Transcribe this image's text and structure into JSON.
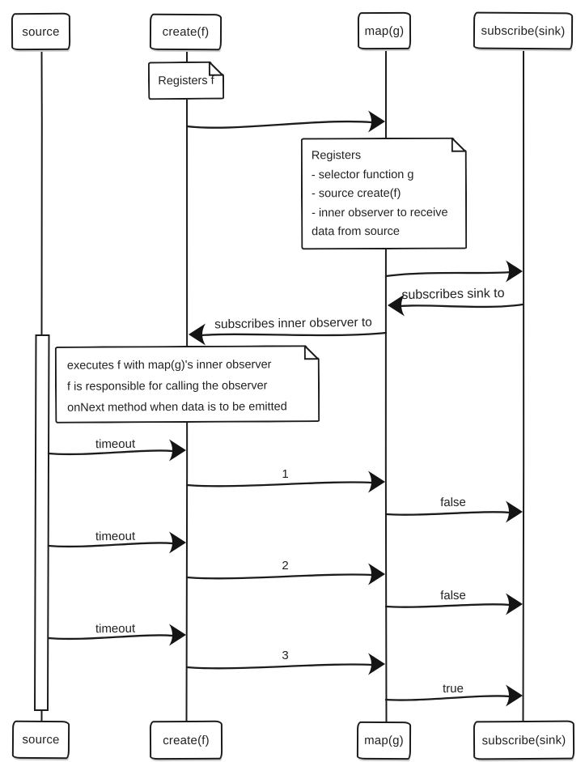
{
  "diagram_type": "sequence-diagram",
  "actors": {
    "source": "source",
    "create": "create(f)",
    "map": "map(g)",
    "subscribe": "subscribe(sink)"
  },
  "notes": {
    "create_note": {
      "lines": [
        "Registers f"
      ]
    },
    "map_note": {
      "lines": [
        "Registers",
        "- selector function g",
        "- source  create(f)",
        "- inner observer to receive",
        "data from source"
      ]
    },
    "exec_note": {
      "lines": [
        "executes f with map(g)'s inner observer",
        "f is responsible for calling the observer",
        "onNext method when data is to be emitted"
      ]
    }
  },
  "messages": {
    "subscribes_sink": "subscribes sink to",
    "subscribes_inner": "subscribes inner observer to",
    "timeout_1": "timeout",
    "value_1": "1",
    "false_1": "false",
    "timeout_2": "timeout",
    "value_2": "2",
    "false_2": "false",
    "timeout_3": "timeout",
    "value_3": "3",
    "true_1": "true"
  },
  "colors": {
    "ink": "#1c1c1c",
    "background": "#ffffff",
    "shadow": "#cfcfcf"
  }
}
